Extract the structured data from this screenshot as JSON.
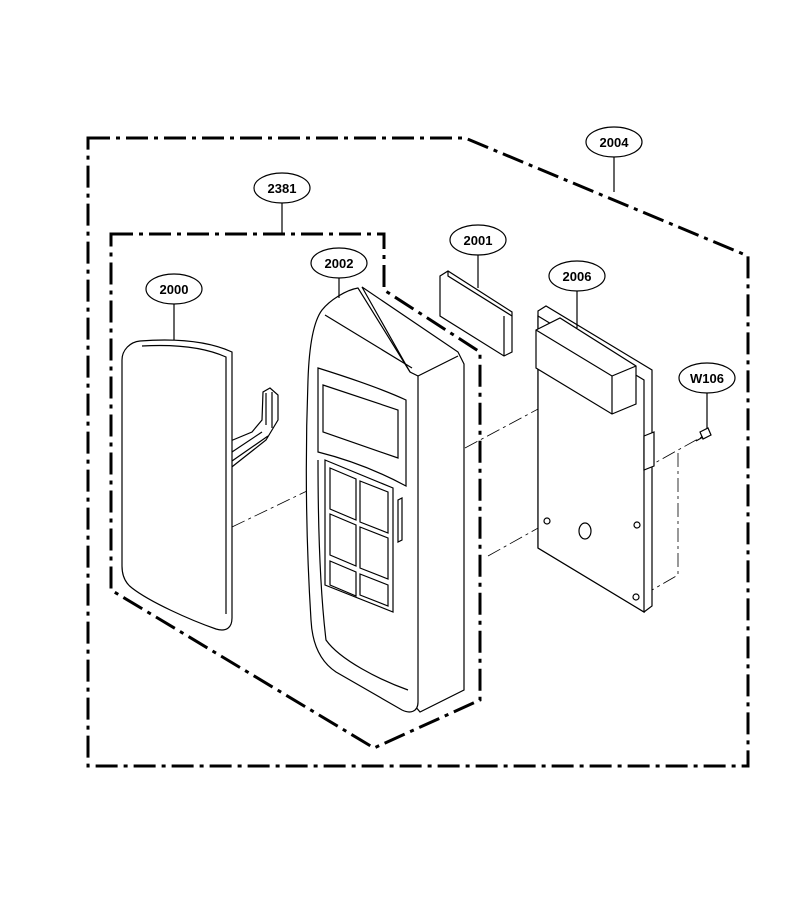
{
  "callouts": [
    {
      "id": "assembly",
      "label": "2004"
    },
    {
      "id": "subassembly",
      "label": "2381"
    },
    {
      "id": "membrane",
      "label": "2000"
    },
    {
      "id": "panel",
      "label": "2002"
    },
    {
      "id": "window",
      "label": "2001"
    },
    {
      "id": "pcb",
      "label": "2006"
    },
    {
      "id": "screw",
      "label": "W106"
    }
  ]
}
